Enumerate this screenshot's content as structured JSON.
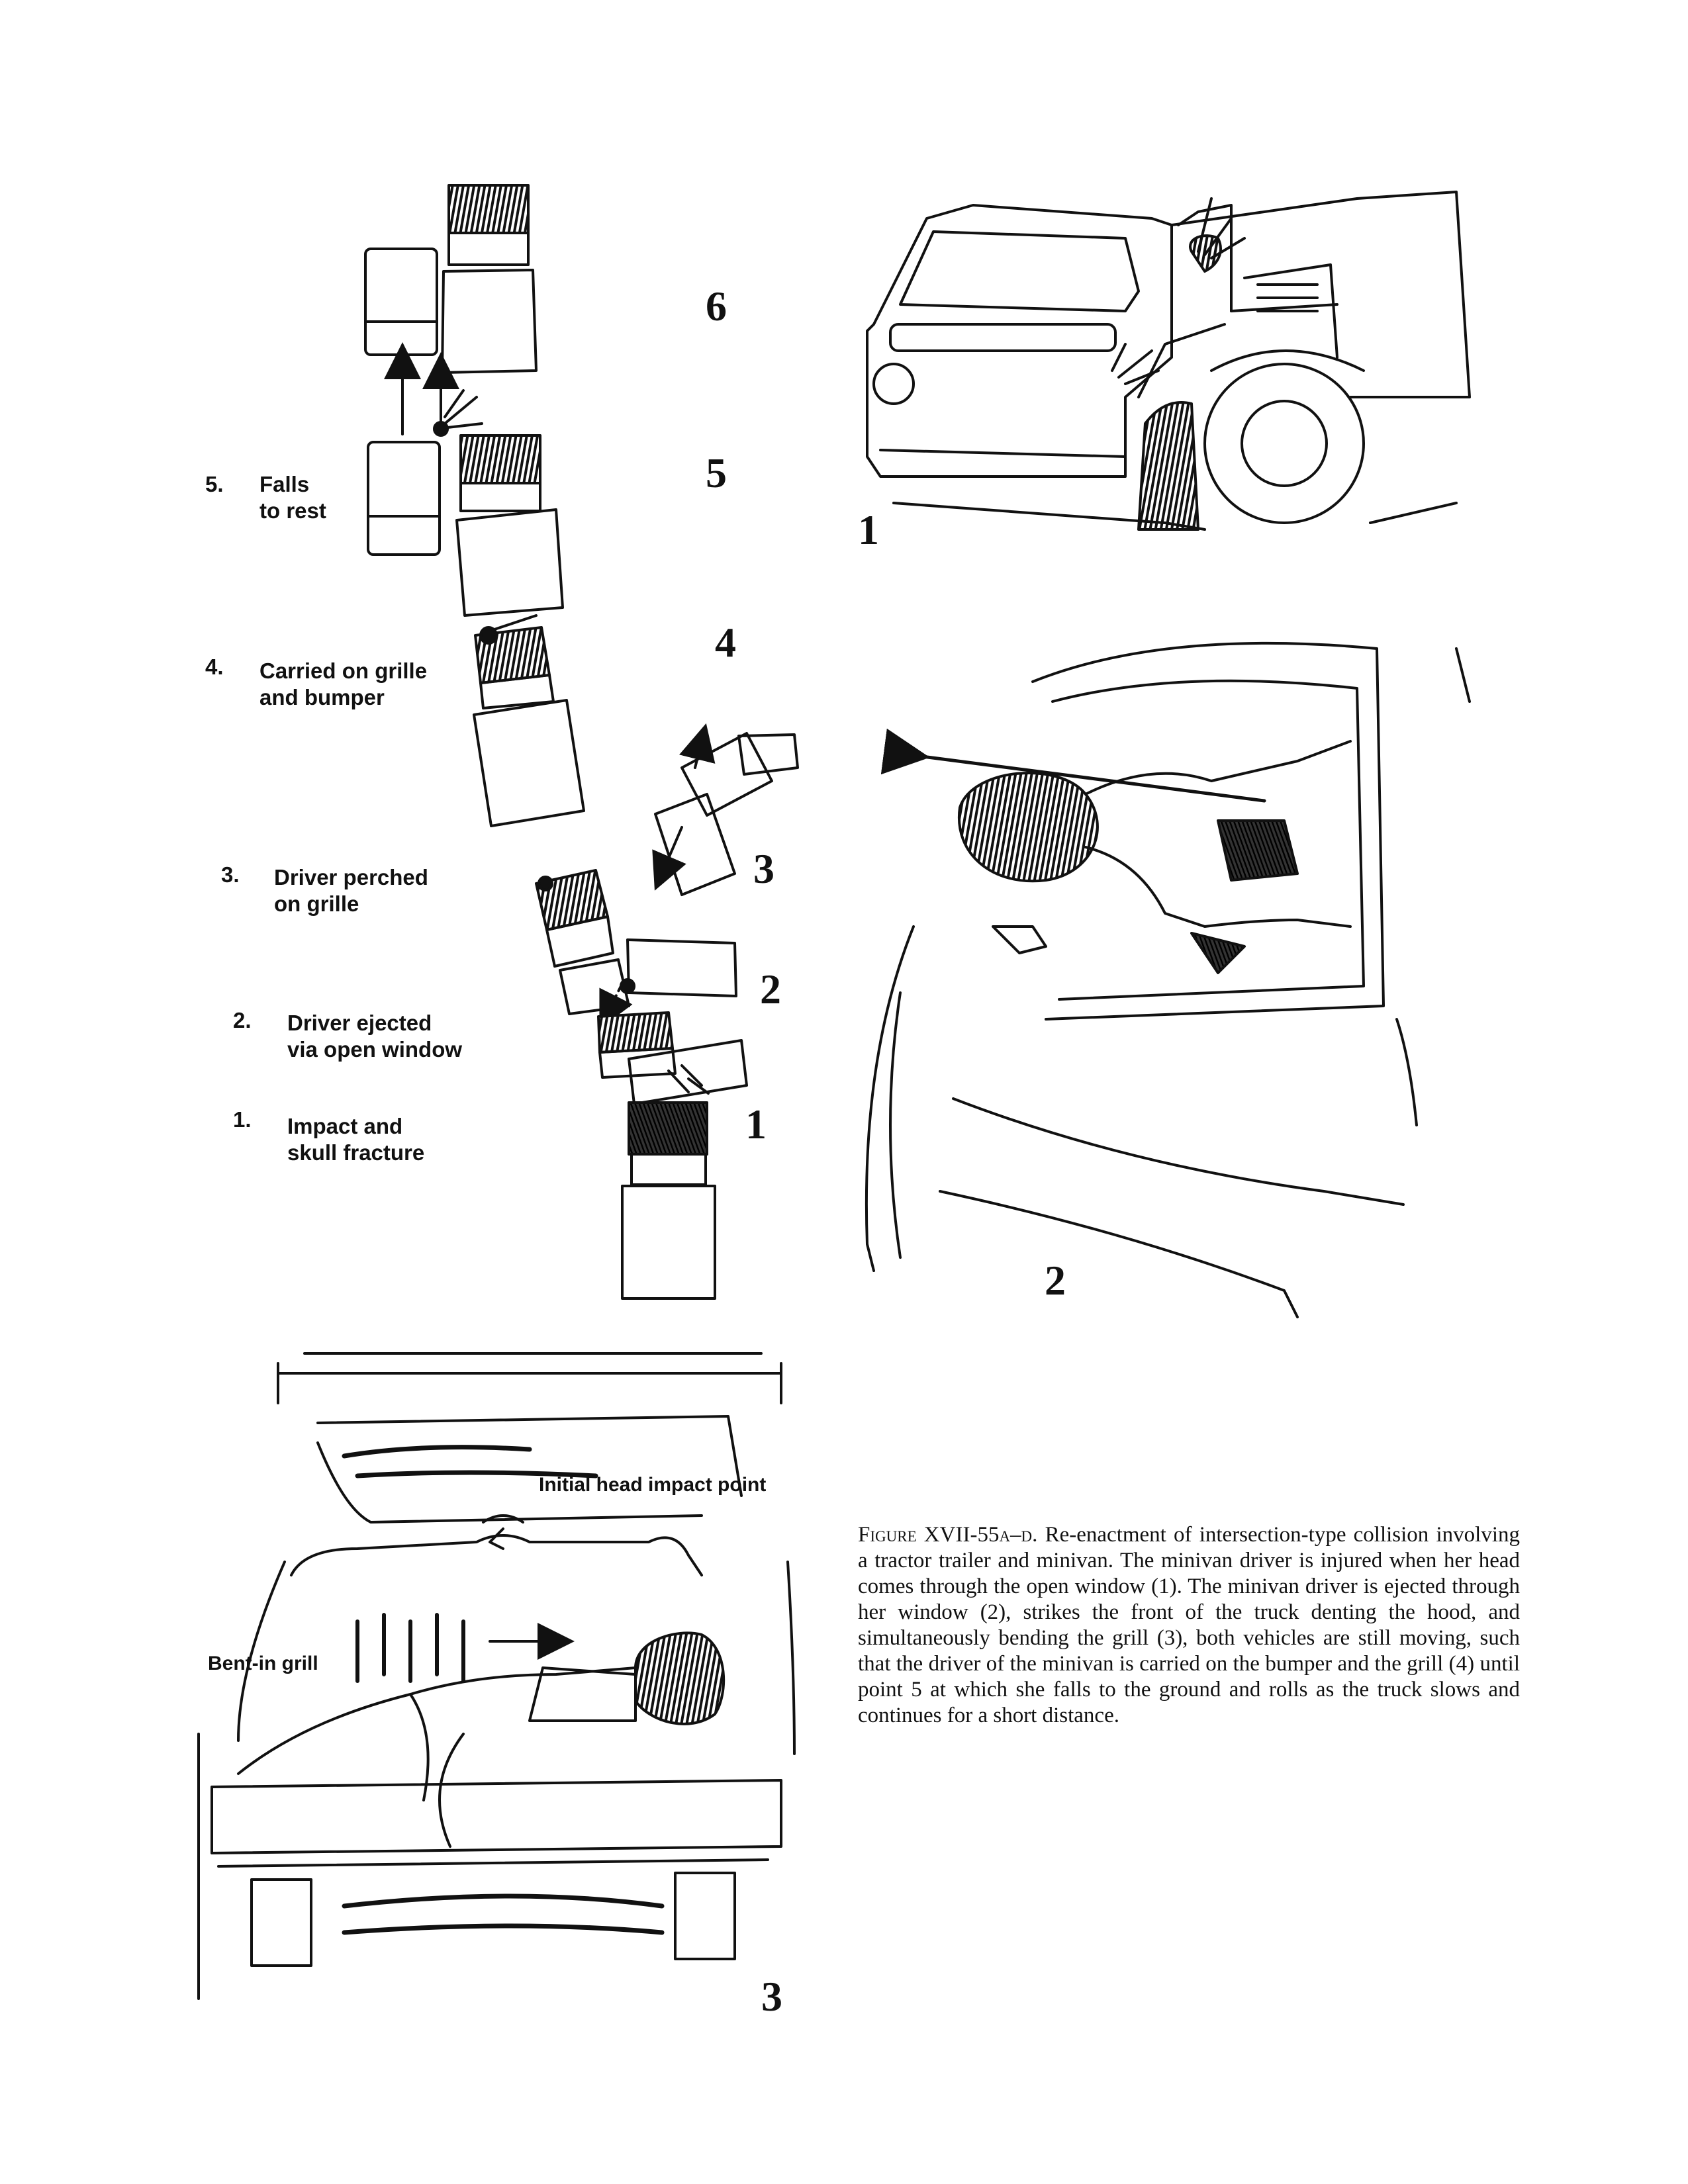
{
  "diagram": {
    "steps": [
      {
        "number": "5.",
        "text": "Falls\nto rest"
      },
      {
        "number": "4.",
        "text": "Carried on grille\nand bumper"
      },
      {
        "number": "3.",
        "text": "Driver perched\non grille"
      },
      {
        "number": "2.",
        "text": "Driver ejected\nvia open window"
      },
      {
        "number": "1.",
        "text": "Impact and\nskull fracture"
      }
    ],
    "position_labels": [
      "6",
      "5",
      "4",
      "3",
      "2",
      "1"
    ]
  },
  "panels": {
    "panel_1_number": "1",
    "panel_2_number": "2",
    "panel_3_number": "3",
    "annotations": {
      "head_impact": "Initial head impact point",
      "bent_grill": "Bent-in grill"
    }
  },
  "caption": {
    "figure_label": "Figure XVII-55a–d.",
    "text": "Re-enactment of intersection-type collision involving a tractor trailer and minivan. The minivan driver is injured when her head comes through the open window (1). The minivan driver is ejected through her window (2), strikes the front of the truck denting the hood, and simultaneously bending the grill (3), both vehicles are still moving, such that the driver of the minivan is carried on the bumper and the grill (4) until point 5 at which she falls to the ground and rolls as the truck slows and continues for a short distance."
  }
}
